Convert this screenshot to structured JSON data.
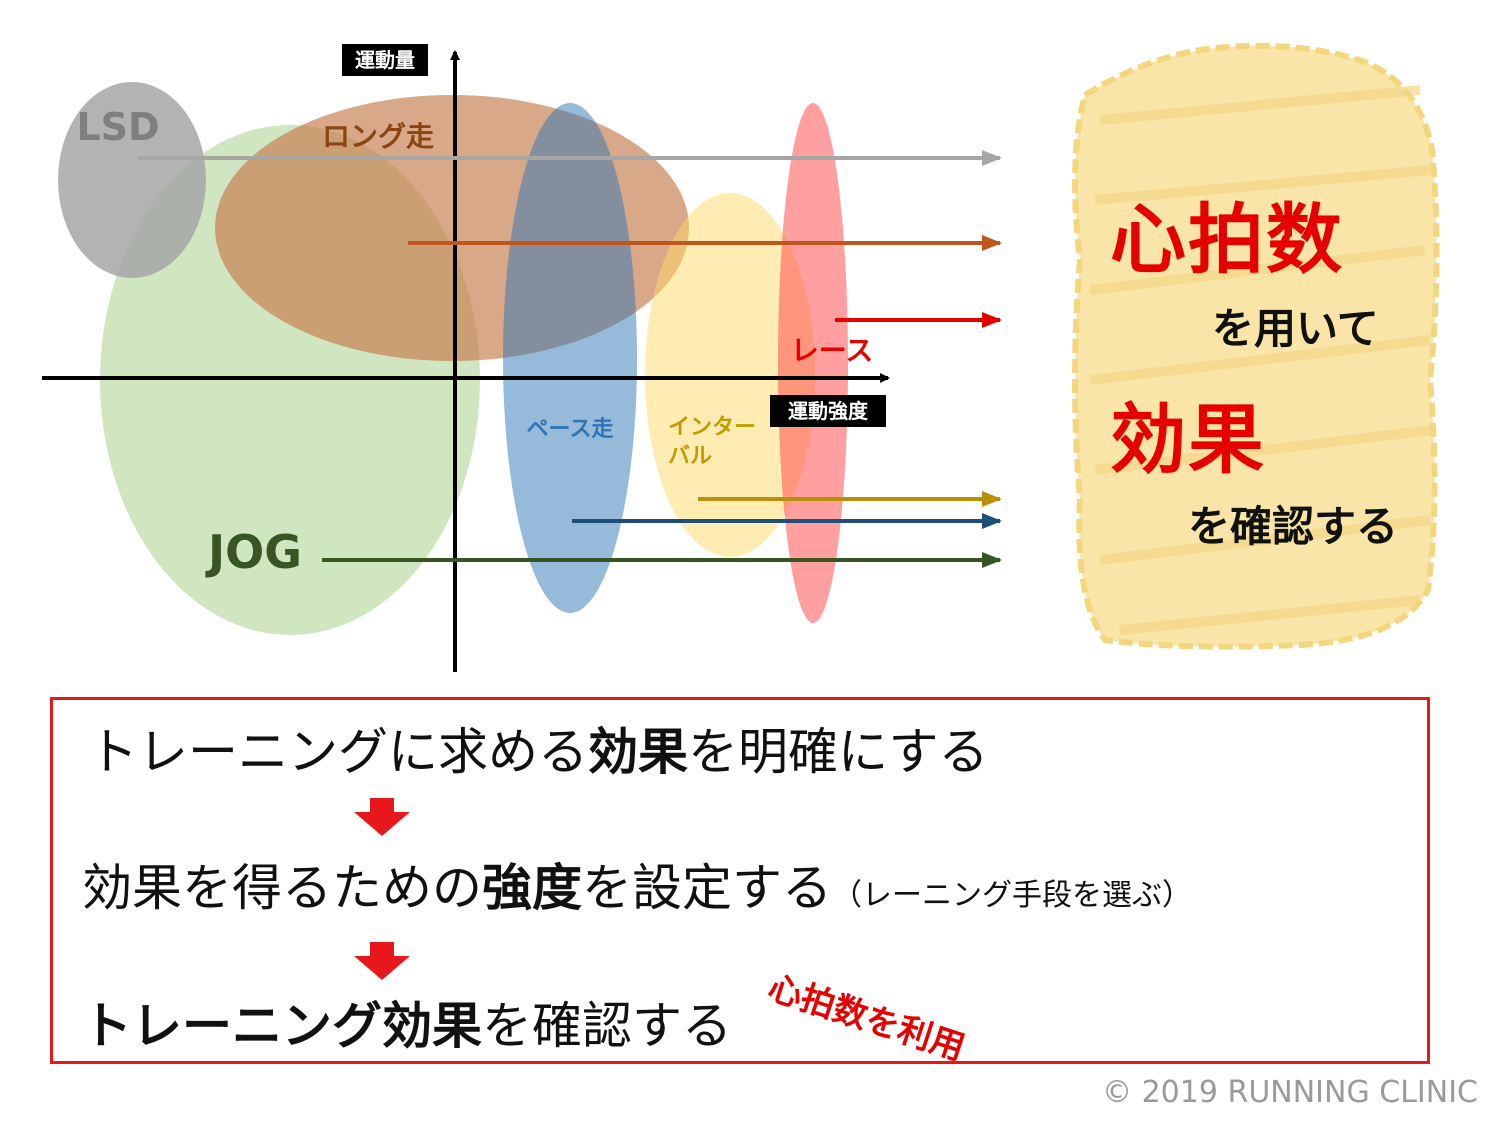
{
  "diagram": {
    "y_axis_label": "運動量",
    "x_axis_label": "運動強度",
    "zones": [
      {
        "key": "lsd",
        "label": "LSD",
        "color": "#9e9e9e"
      },
      {
        "key": "jog",
        "label": "JOG",
        "color": "#3b5e1f"
      },
      {
        "key": "long",
        "label": "ロング走",
        "color": "#b5531a"
      },
      {
        "key": "pace",
        "label": "ペース走",
        "color": "#2e7bbf"
      },
      {
        "key": "interval",
        "label_line1": "インター",
        "label_line2": "バル",
        "color": "#c39a00"
      },
      {
        "key": "race",
        "label": "レース",
        "color": "#e60000"
      }
    ]
  },
  "panel": {
    "line1": "心拍数",
    "line2": "を用いて",
    "line3": "効果",
    "line4": "を確認する",
    "background_color": "#f9e5a8"
  },
  "flow": {
    "step1_pre": "トレーニングに求める",
    "step1_bold": "効果",
    "step1_post": "を明確にする",
    "step2_pre": "効果を得るための",
    "step2_bold": "強度",
    "step2_post": "を設定する",
    "step2_note": "（レーニング手段を選ぶ）",
    "step3_bold": "トレーニング効果",
    "step3_post": "を確認する",
    "heart_note": "心拍数を利用",
    "border_color": "#e8171b"
  },
  "footer": {
    "copyright": "© 2019 RUNNING CLINIC"
  }
}
